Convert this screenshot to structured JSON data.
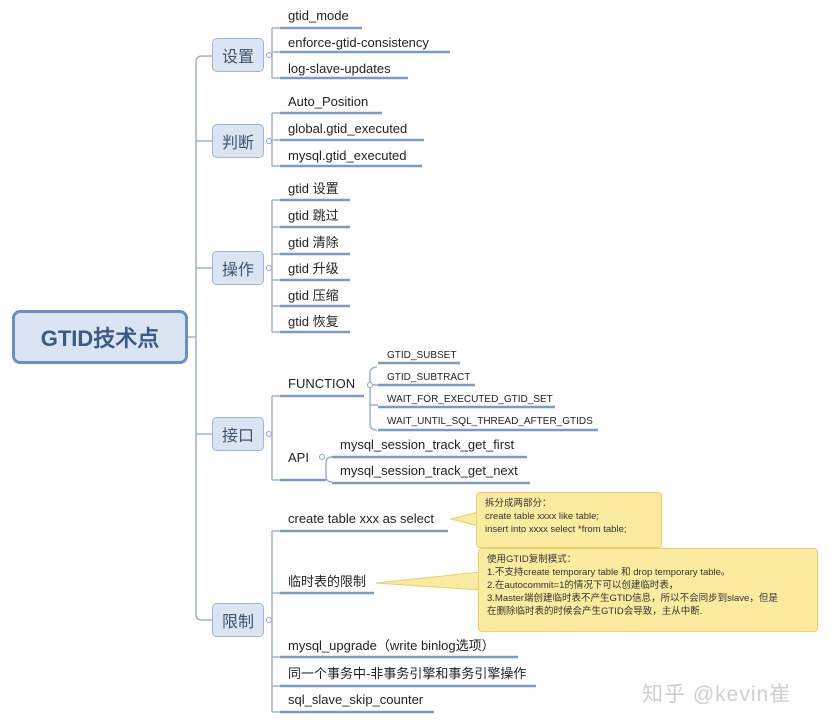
{
  "title": "GTID技术点",
  "colors": {
    "node_fill": "#dbe5f1",
    "node_border": "#6a8fc7",
    "line": "#7b9ac9",
    "note_fill": "#fbeb9f"
  },
  "branches": [
    {
      "label": "设置",
      "items": [
        "gtid_mode",
        "enforce-gtid-consistency",
        "log-slave-updates"
      ]
    },
    {
      "label": "判断",
      "items": [
        "Auto_Position",
        "global.gtid_executed",
        "mysql.gtid_executed"
      ]
    },
    {
      "label": "操作",
      "items": [
        "gtid 设置",
        "gtid 跳过",
        "gtid 清除",
        "gtid 升级",
        "gtid 压缩",
        "gtid 恢复"
      ]
    },
    {
      "label": "接口",
      "groups": [
        {
          "label": "FUNCTION",
          "items": [
            "GTID_SUBSET",
            "GTID_SUBTRACT",
            "WAIT_FOR_EXECUTED_GTID_SET",
            "WAIT_UNTIL_SQL_THREAD_AFTER_GTIDS"
          ]
        },
        {
          "label": "API",
          "items": [
            "mysql_session_track_get_first",
            "mysql_session_track_get_next"
          ]
        }
      ]
    },
    {
      "label": "限制",
      "items": [
        "create table xxx as select",
        "临时表的限制",
        "mysql_upgrade（write binlog选项）",
        "同一个事务中-非事务引擎和事务引擎操作",
        "sql_slave_skip_counter"
      ],
      "notes": [
        {
          "lines": [
            "拆分成两部分：",
            "create table xxxx like table;",
            "insert into xxxx select *from table;"
          ]
        },
        {
          "lines": [
            "使用GTID复制模式：",
            "1.不支持create temporary table 和 drop temporary table。",
            "2.在autocommit=1的情况下可以创建临时表，",
            "3.Master端创建临时表不产生GTID信息，所以不会同步到slave，但是",
            "在删除临时表的时候会产生GTID会导致，主从中断."
          ]
        }
      ]
    }
  ],
  "watermark": "知乎 @kevin崔"
}
